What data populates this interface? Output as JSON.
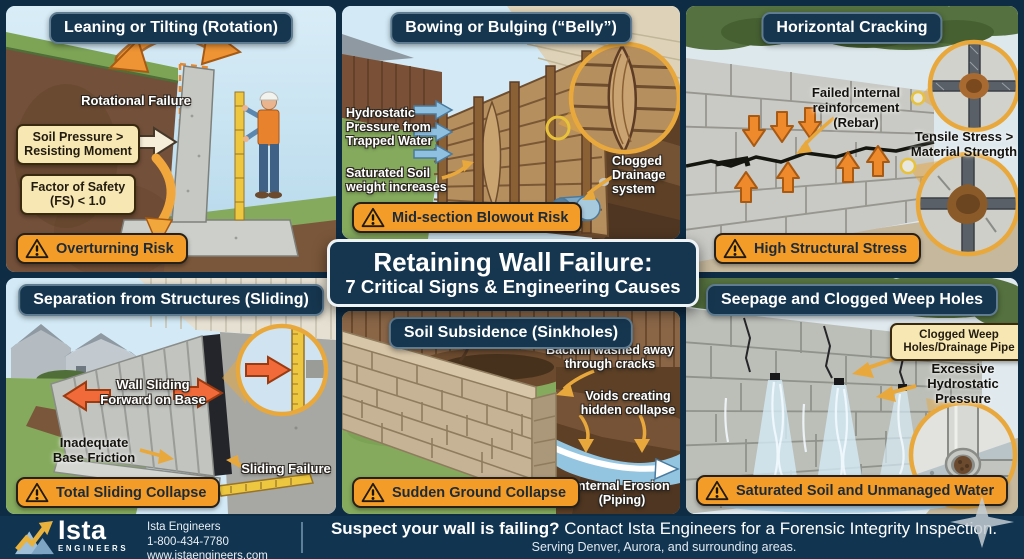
{
  "center_title": {
    "line1": "Retaining Wall Failure:",
    "line2": "7 Critical Signs & Engineering Causes"
  },
  "panels": {
    "leaning": {
      "title": "Leaning or Tilting (Rotation)",
      "rotational_failure": "Rotational Failure",
      "soil_pressure": "Soil Pressure > Resisting Moment",
      "factor_of_safety": "Factor of Safety (FS) < 1.0",
      "badge": "Overturning Risk"
    },
    "bowing": {
      "title": "Bowing or Bulging (“Belly”)",
      "hydrostatic": "Hydrostatic Pressure from Trapped Water",
      "saturated": "Saturated Soil weight increases",
      "clogged": "Clogged Drainage system",
      "badge": "Mid-section Blowout Risk"
    },
    "cracking": {
      "title": "Horizontal Cracking",
      "rebar": "Failed internal reinforcement (Rebar)",
      "tensile": "Tensile Stress > Material Strength",
      "badge": "High Structural Stress"
    },
    "sliding": {
      "title": "Separation from Structures (Sliding)",
      "wall_sliding": "Wall Sliding Forward on Base",
      "base_friction": "Inadequate Base Friction",
      "sliding_failure": "Sliding Failure",
      "badge": "Total Sliding Collapse"
    },
    "subsidence": {
      "title": "Soil Subsidence (Sinkholes)",
      "backfill": "Backfill washed away through cracks",
      "voids": "Voids creating hidden collapse",
      "erosion": "Internal Erosion (Piping)",
      "badge": "Sudden Ground Collapse"
    },
    "seepage": {
      "title": "Seepage and Clogged Weep Holes",
      "weep_holes": "Clogged Weep Holes/Drainage Pipe",
      "pressure": "Excessive Hydrostatic Pressure",
      "badge": "Saturated Soil and Unmanaged Water"
    }
  },
  "footer": {
    "brand_name": "Ista",
    "brand_sub": "ENGINEERS",
    "contact_lines": [
      "Ista Engineers",
      "1-800-434-7780",
      "www.istaengineers.com"
    ],
    "message_bold": "Suspect your wall is failing?",
    "message_rest": " Contact Ista Engineers for a Forensic Integrity Inspection.",
    "message_sub": "Serving Denver, Aurora, and surrounding areas."
  },
  "icons": {
    "warning": "triangle-exclamation",
    "sparkle": "four-point-star",
    "logo": "mountain-growth-arrow"
  },
  "colors": {
    "background_navy": "#0e2c44",
    "title_bar_navy": "#16364f",
    "badge_orange": "#f49c28",
    "callout_yellow": "#f7e7b2",
    "magnifier_gold": "#e8a83c",
    "footer_navy": "#113450"
  }
}
